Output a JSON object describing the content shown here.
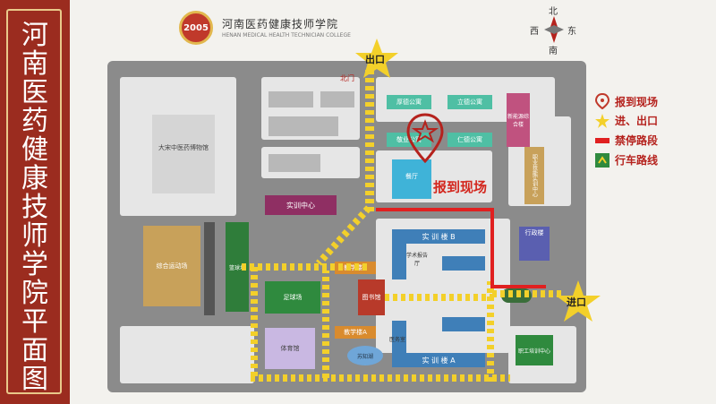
{
  "sidebar": {
    "title_chars": [
      "河",
      "南",
      "医",
      "药",
      "健",
      "康",
      "技",
      "师",
      "学",
      "院",
      "平",
      "面",
      "图"
    ]
  },
  "header": {
    "school_name": "河南医药健康技师学院",
    "school_subtitle": "HENAN MEDICAL HEALTH TECHNICIAN COLLEGE",
    "logo_text": "2005"
  },
  "compass": {
    "north": "北",
    "south": "南",
    "east": "东",
    "west": "西"
  },
  "map": {
    "exit_label": "出口",
    "entrance_label": "进口",
    "north_gate": "北门",
    "report_label": "报到现场",
    "buildings": {
      "apartment_1": "厚德公寓",
      "apartment_2": "立德公寓",
      "apartment_3": "敬业公寓",
      "apartment_4": "仁德公寓",
      "canteen": "餐厅",
      "training_center_top": "实训中心",
      "chinese_medicine": "大宋中医药博物馆",
      "gym": "综合运动场",
      "basketball": "篮球场",
      "football": "足球场",
      "teaching_b": "教学楼B",
      "teaching_a": "教学楼A",
      "library": "图书馆",
      "pe_hall": "体育馆",
      "training_b": "实 训 楼 B",
      "training_a": "实 训 楼 A",
      "report_hall": "学术报告厅",
      "admin": "行政楼",
      "newcomer_apartment": "新能源综合楼",
      "skill_center": "职业技能实训中心",
      "staff_center": "职工培训中心",
      "lake": "苏知湖",
      "clinic": "医务室"
    }
  },
  "legend": [
    {
      "icon": "location-pin-icon",
      "label": "报到现场",
      "color": "#c0392b"
    },
    {
      "icon": "star-icon",
      "label": "进、出口",
      "color": "#f3d02a"
    },
    {
      "icon": "no-entry-bar-icon",
      "label": "禁停路段",
      "color": "#e02020"
    },
    {
      "icon": "chevron-route-icon",
      "label": "行车路线",
      "color": "#f3d02a"
    }
  ],
  "colors": {
    "teal": "#4fbfa4",
    "blue": "#3f7fb8",
    "purple": "#8f2f63",
    "olive": "#c8a15a",
    "green": "#2f8a3e",
    "lavender": "#c9b8e2",
    "orange": "#d98b2e",
    "red_route": "#e02020"
  }
}
